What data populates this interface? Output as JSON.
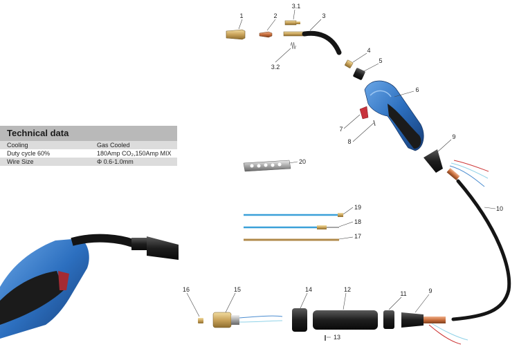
{
  "tech_table": {
    "title": "Technical data",
    "rows": [
      {
        "label": "Cooling",
        "value": "Gas Cooled"
      },
      {
        "label": "Duty cycle 60%",
        "value": "180Amp CO₂,150Amp MIX"
      },
      {
        "label": "Wire Size",
        "value": "Φ 0.6-1.0mm"
      }
    ]
  },
  "parts": {
    "p1": "1",
    "p2": "2",
    "p3_1": "3.1",
    "p3": "3",
    "p3_2": "3.2",
    "p4": "4",
    "p5": "5",
    "p6": "6",
    "p7": "7",
    "p8": "8",
    "p9a": "9",
    "p9b": "9",
    "p10": "10",
    "p11": "11",
    "p12": "12",
    "p13": "13",
    "p14": "14",
    "p15": "15",
    "p16": "16",
    "p17": "17",
    "p18": "18",
    "p19": "19",
    "p20": "20"
  },
  "colors": {
    "handle_blue": "#2c6fbf",
    "grip_black": "#1b1b1b",
    "brass": "#c9a35a",
    "copper": "#c86e3c",
    "trigger_red": "#c8323c",
    "liner_blue": "#3aa0d8"
  }
}
